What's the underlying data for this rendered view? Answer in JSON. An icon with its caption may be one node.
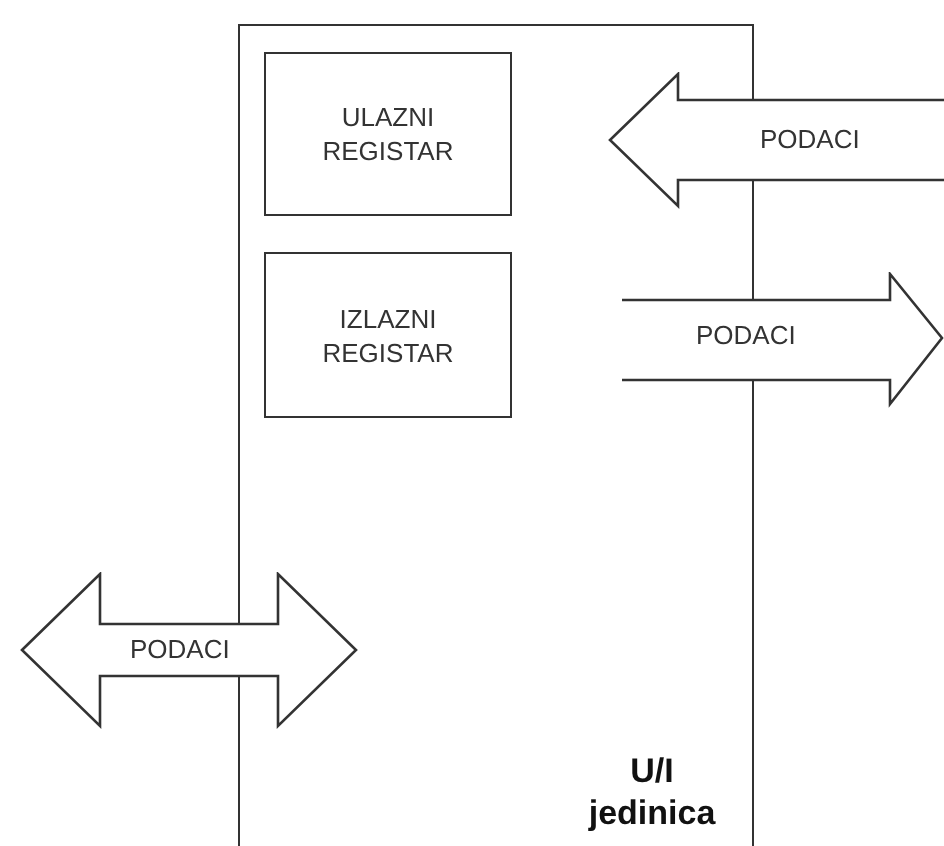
{
  "diagram": {
    "nodes": [
      {
        "text": [
          "U/I jedinica"
        ]
      },
      {
        "text": [
          "ULAZNI REGISTAR"
        ],
        "in": 0
      },
      {
        "text": [
          "IZLAZNI REGISTAR"
        ],
        "in": 0
      },
      {
        "text": [
          "PODACI"
        ]
      },
      {
        "text": [
          "PODACI"
        ]
      },
      {
        "text": [
          "PODACI"
        ]
      }
    ]
  }
}
